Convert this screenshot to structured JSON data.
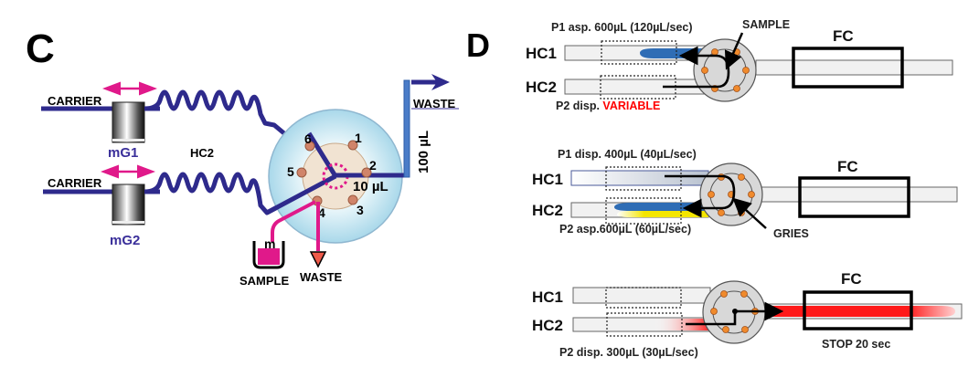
{
  "panel_c": {
    "label": "C",
    "carrier_top": "CARRIER",
    "carrier_bottom": "CARRIER",
    "pump1": "mG1",
    "pump2": "mG2",
    "coil_label": "HC2",
    "ports": [
      "1",
      "2",
      "3",
      "4",
      "5",
      "6"
    ],
    "loop_volume": "10 µL",
    "column_volume": "100 µL",
    "waste_top": "WASTE",
    "sample": "SAMPLE",
    "waste_bottom": "WASTE",
    "sample_vial_mark": "m",
    "colors": {
      "tubing": "#2e2a8c",
      "sample_line": "#e0198a",
      "valve_outer": "#cfe8f2",
      "valve_inner": "#f1e3d2",
      "column": "#4a7cc8"
    }
  },
  "panel_d": {
    "label": "D",
    "steps": [
      {
        "hc1": "HC1",
        "hc2": "HC2",
        "fc": "FC",
        "top_text": "P1 asp. 600µL (120µL/sec)",
        "bottom_prefix": "P2 disp. ",
        "bottom_highlight": "VARIABLE",
        "pointer": "SAMPLE"
      },
      {
        "hc1": "HC1",
        "hc2": "HC2",
        "fc": "FC",
        "top_text": "P1 disp. 400µL (40µL/sec)",
        "bottom_text": "P2 asp.600µL (60µL/sec)",
        "pointer": "GRIES"
      },
      {
        "hc1": "HC1",
        "hc2": "HC2",
        "fc": "FC",
        "bottom_text": "P2 disp. 300µL (30µL/sec)",
        "fc_note": "STOP 20 sec"
      }
    ],
    "colors": {
      "sample": "#2f6db5",
      "gries": "#f4e600",
      "product": "#ff1a1a",
      "highlight_text": "#ff0000"
    }
  }
}
